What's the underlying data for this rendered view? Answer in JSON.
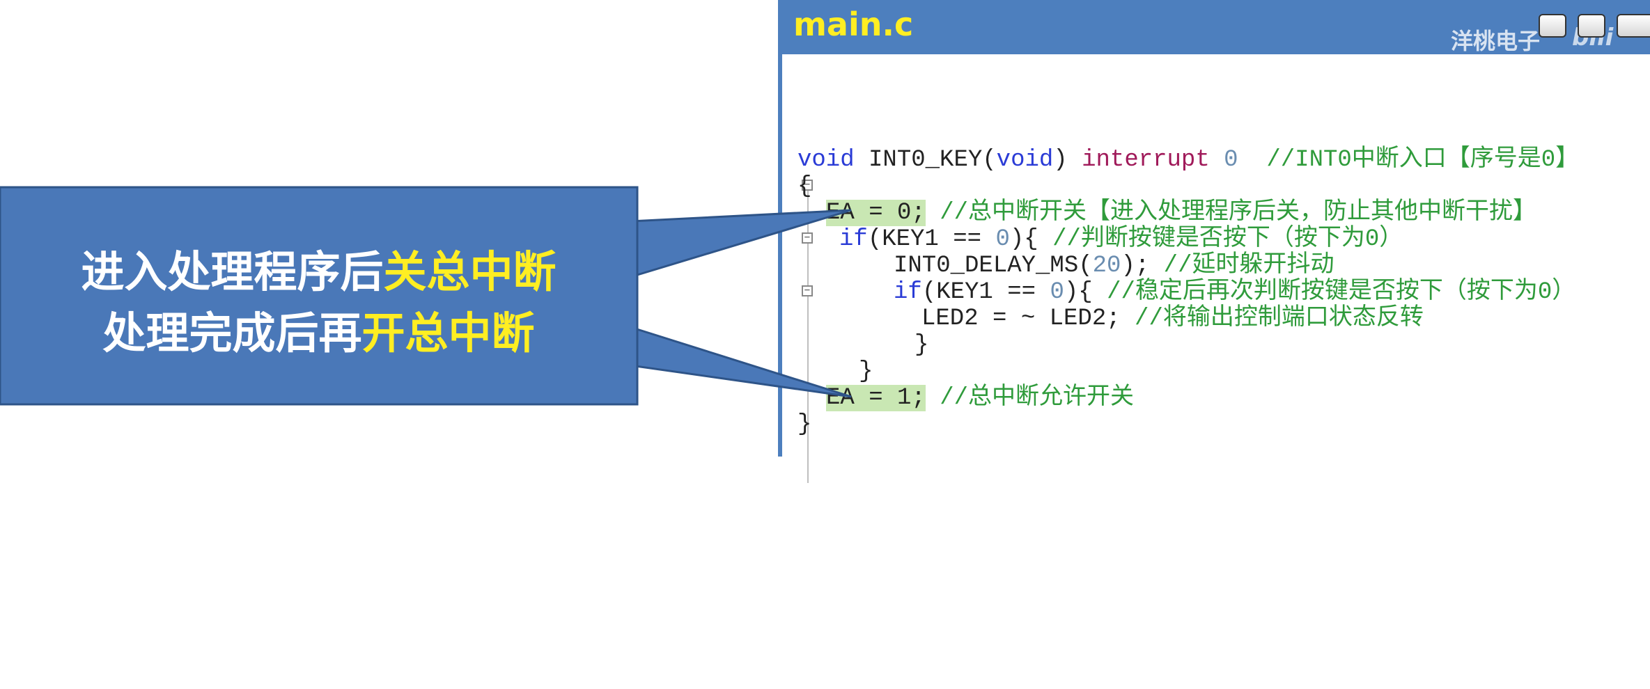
{
  "editor": {
    "title": "main.c",
    "watermark": "洋桃电子",
    "watermark_logo": "bili",
    "colors": {
      "frame": "#4d7fbe",
      "title": "#ffee22",
      "highlight": "#c9e7b3"
    }
  },
  "code": {
    "l1": {
      "kw1": "void",
      "fn": " INT0_KEY(",
      "kw2": "void",
      "p1": ") ",
      "kw3": "interrupt",
      "sp": " ",
      "num": "0",
      "cmt": "  //INT0中断入口【序号是0】"
    },
    "l2": {
      "text": "{"
    },
    "l3": {
      "hl": "EA = 0;",
      "cmt": " //总中断开关【进入处理程序后关，防止其他中断干扰】"
    },
    "l4": {
      "kw": "if",
      "p1": "(KEY1 == ",
      "num": "0",
      "p2": "){",
      "cmt": " //判断按键是否按下（按下为0）"
    },
    "l5": {
      "p1": "INT0_DELAY_MS(",
      "num": "20",
      "p2": ");",
      "cmt": " //延时躲开抖动"
    },
    "l6": {
      "kw": "if",
      "p1": "(KEY1 == ",
      "num": "0",
      "p2": "){",
      "cmt": " //稳定后再次判断按键是否按下（按下为0）"
    },
    "l7": {
      "p1": "LED2 = ~ LED2;",
      "cmt": " //将输出控制端口状态反转"
    },
    "l8": {
      "text": "}"
    },
    "l9": {
      "text": "}"
    },
    "l10": {
      "hl": "EA = 1;",
      "cmt": " //总中断允许开关"
    },
    "l11": {
      "text": "}"
    }
  },
  "callout": {
    "line1_white": "进入处理程序后",
    "line1_yellow": "关总中断",
    "line2_white": "处理完成后再",
    "line2_yellow": "开总中断",
    "fill": "#4a78b8"
  }
}
